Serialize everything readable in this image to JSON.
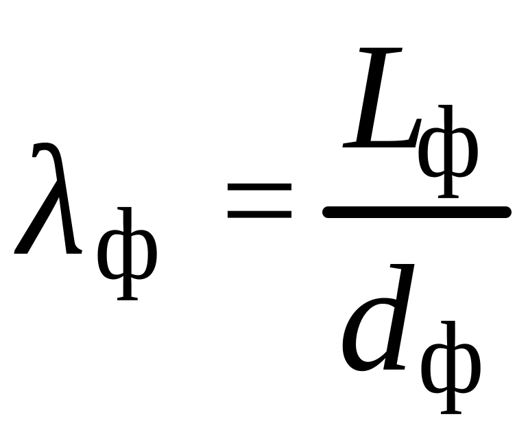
{
  "formula": {
    "lhs": {
      "symbol": "λ",
      "subscript": "ф"
    },
    "operator": "=",
    "numerator": {
      "symbol": "L",
      "subscript": "ф"
    },
    "denominator": {
      "symbol": "d",
      "subscript": "ф"
    }
  }
}
